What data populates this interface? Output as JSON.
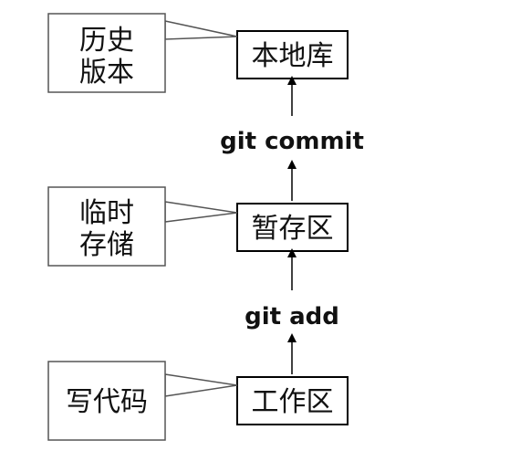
{
  "stages": [
    {
      "id": "repo",
      "label": "本地库",
      "note_lines": [
        "历史",
        "版本"
      ]
    },
    {
      "id": "stage",
      "label": "暂存区",
      "note_lines": [
        "临时",
        "存储"
      ]
    },
    {
      "id": "work",
      "label": "工作区",
      "note_lines": [
        "写代码"
      ]
    }
  ],
  "commands": {
    "commit": "git commit",
    "add": "git add"
  },
  "colors": {
    "stroke": "#000000",
    "text": "#111111",
    "background": "#ffffff"
  }
}
